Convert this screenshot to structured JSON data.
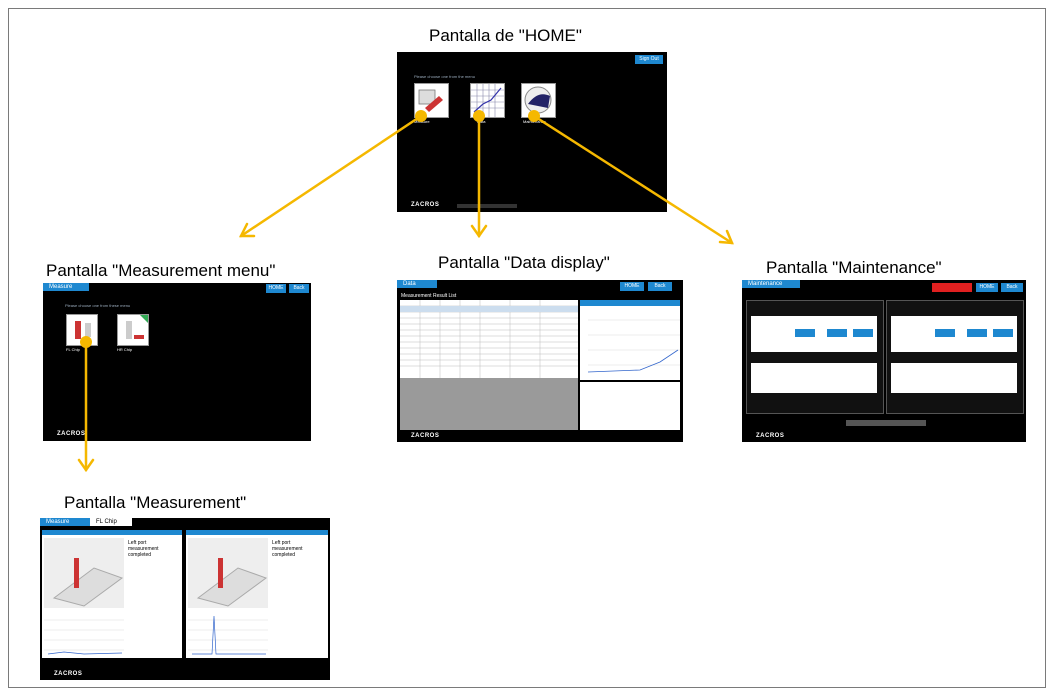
{
  "captions": {
    "home": "Pantalla de \"HOME\"",
    "measurement_menu": "Pantalla \"Measurement menu\"",
    "data_display": "Pantalla \"Data display\"",
    "maintenance": "Pantalla \"Maintenance\"",
    "measurement": "Pantalla \"Measurement\""
  },
  "home_screen": {
    "button": "Sign Out",
    "prompt": "Please choose one from the menu",
    "icons": [
      "Measure",
      "Data",
      "Maintenance"
    ],
    "logo": "ZACROS"
  },
  "measurement_menu_screen": {
    "tab": "Measure",
    "buttons": [
      "HOME",
      "Back"
    ],
    "prompt": "Please choose one from these menu",
    "icons": [
      "FL Chip",
      "HR Chip"
    ],
    "logo": "ZACROS"
  },
  "data_display_screen": {
    "tab": "Data",
    "buttons": [
      "HOME",
      "Back"
    ],
    "list_title": "Measurement Result List",
    "logo": "ZACROS"
  },
  "maintenance_screen": {
    "tab": "Maintenance",
    "buttons": [
      "HOME",
      "Back"
    ],
    "logo": "ZACROS"
  },
  "measurement_screen": {
    "tab": "Measure",
    "chip_tab": "FL Chip",
    "status_left": "Left port measurement completed",
    "status_right": "Left port measurement completed",
    "logo": "ZACROS"
  },
  "colors": {
    "arrow": "#f5b800",
    "accent": "#1e88d0",
    "screen_bg": "#000000"
  }
}
